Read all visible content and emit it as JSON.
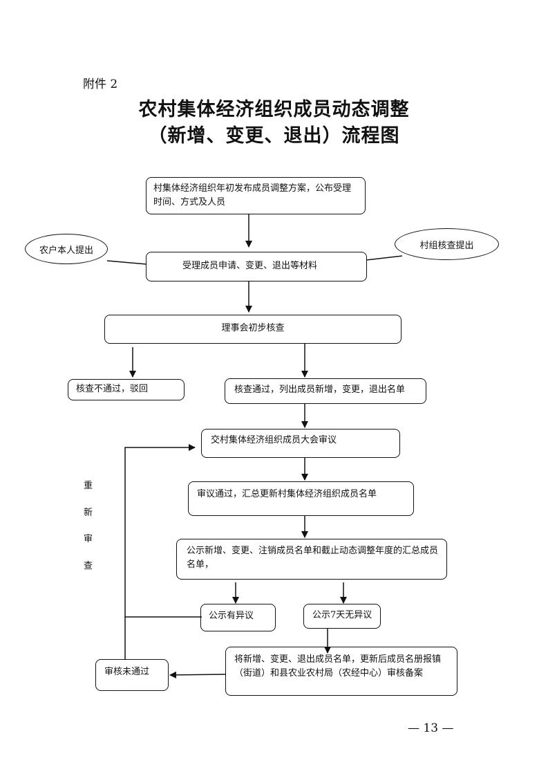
{
  "header": {
    "attachment_label": "附件 2",
    "title_line1": "农村集体经济组织成员动态调整",
    "title_line2": "（新增、变更、退出）流程图"
  },
  "flowchart": {
    "nodes": {
      "publish_plan": "村集体经济组织年初发布成员调整方案，公布受理时间、方式及人员",
      "farmer_submit": "农户本人提出",
      "village_submit": "村组核查提出",
      "accept_materials": "受理成员申请、变更、退出等材料",
      "council_review": "理事会初步核查",
      "review_reject": "核查不通过，驳回",
      "review_pass": "核查通过，列出成员新增，变更，退出名单",
      "assembly_review": "交村集体经济组织成员大会审议",
      "assembly_pass": "审议通过，汇总更新村集体经济组织成员名单",
      "publicize": "公示新增、变更、注销成员名单和截止动态调整年度的汇总成员名单，",
      "objection": "公示有异议",
      "no_objection": "公示7天无异议",
      "report_filing": "将新增、变更、退出成员名单，更新后成员名册报镇（街道）和县农业农村局（农经中心）审核备案",
      "audit_fail": "审核未通过"
    },
    "loop_label": [
      "重",
      "新",
      "审",
      "查"
    ]
  },
  "footer": {
    "page_number": "— 13 —"
  }
}
